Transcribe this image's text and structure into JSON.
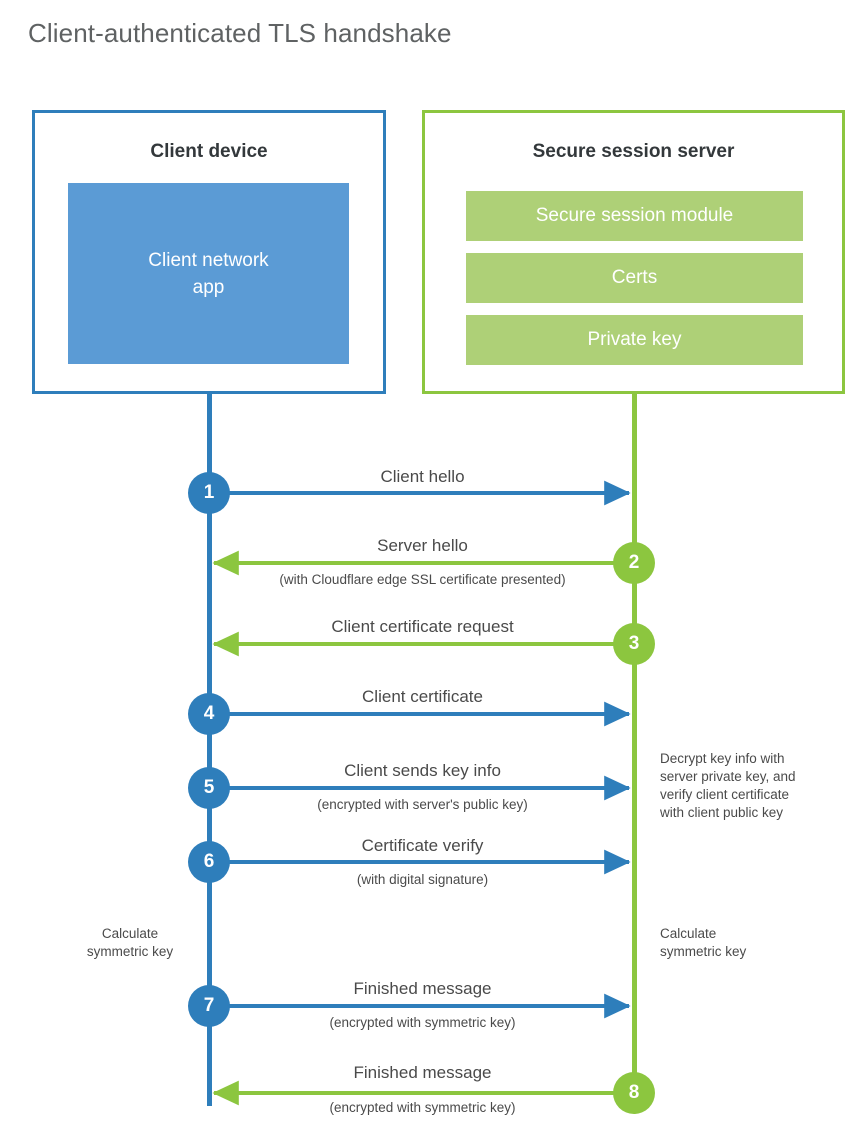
{
  "title": "Client-authenticated TLS handshake",
  "colors": {
    "client_blue": "#2e7ebb",
    "client_app_fill": "#5b9bd5",
    "server_green": "#8cc63f",
    "server_bar_fill": "#aed077",
    "text": "#4a4a4a",
    "title_text": "#5f6263",
    "background": "#ffffff"
  },
  "client": {
    "title": "Client device",
    "app_label": "Client network\napp"
  },
  "server": {
    "title": "Secure session server",
    "bars": [
      {
        "label": "Secure session module"
      },
      {
        "label": "Certs"
      },
      {
        "label": "Private key"
      }
    ]
  },
  "steps": [
    {
      "number": "1",
      "label": "Client hello",
      "sub": "",
      "direction": "client-to-server",
      "origin": "client"
    },
    {
      "number": "2",
      "label": "Server hello",
      "sub": "(with Cloudflare edge SSL certificate presented)",
      "direction": "server-to-client",
      "origin": "server"
    },
    {
      "number": "3",
      "label": "Client certificate request",
      "sub": "",
      "direction": "server-to-client",
      "origin": "server"
    },
    {
      "number": "4",
      "label": "Client certificate",
      "sub": "",
      "direction": "client-to-server",
      "origin": "client"
    },
    {
      "number": "5",
      "label": "Client sends key info",
      "sub": "(encrypted with server's public key)",
      "direction": "client-to-server",
      "origin": "client"
    },
    {
      "number": "6",
      "label": "Certificate verify",
      "sub": "(with digital signature)",
      "direction": "client-to-server",
      "origin": "client"
    },
    {
      "number": "7",
      "label": "Finished message",
      "sub": "(encrypted with symmetric key)",
      "direction": "client-to-server",
      "origin": "client"
    },
    {
      "number": "8",
      "label": "Finished message",
      "sub": "(encrypted with symmetric key)",
      "direction": "server-to-client",
      "origin": "server"
    }
  ],
  "notes": {
    "server_decrypt": "Decrypt key info with\nserver private key, and\nverify client certificate\nwith client public key",
    "client_calculate": "Calculate\nsymmetric key",
    "server_calculate": "Calculate\nsymmetric key"
  }
}
